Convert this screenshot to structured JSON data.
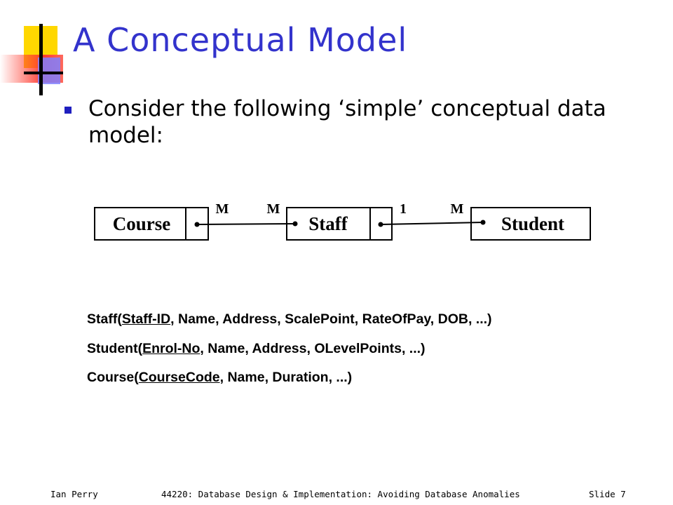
{
  "slide": {
    "title": "A Conceptual Model",
    "bullet": "Consider the following ‘simple’ conceptual data model:",
    "colors": {
      "title": "#3333cc",
      "bullet": "#1f1fbf",
      "accent_yellow": "#ffd700",
      "accent_red": "#ff3b2f",
      "accent_blue": "#8080ff"
    }
  },
  "diagram": {
    "entities": [
      {
        "name": "Course"
      },
      {
        "name": "Staff"
      },
      {
        "name": "Student"
      }
    ],
    "relationships": [
      {
        "from": "Course",
        "to": "Staff",
        "from_cardinality": "M",
        "to_cardinality": "M"
      },
      {
        "from": "Staff",
        "to": "Student",
        "from_cardinality": "1",
        "to_cardinality": "M"
      }
    ]
  },
  "relations": [
    {
      "name": "Staff",
      "open": "(",
      "key": "Staff-ID",
      "rest": ", Name, Address, ScalePoint, RateOfPay, DOB, ...)"
    },
    {
      "name": "Student",
      "open": "(",
      "key": "Enrol-No",
      "rest": ", Name, Address, OLevelPoints, ...)"
    },
    {
      "name": "Course",
      "open": "(",
      "key": "CourseCode",
      "rest": ", Name, Duration, ...)"
    }
  ],
  "footer": {
    "author": "Ian Perry",
    "course": "44220: Database Design & Implementation: Avoiding Database Anomalies",
    "slide": "Slide 7"
  }
}
